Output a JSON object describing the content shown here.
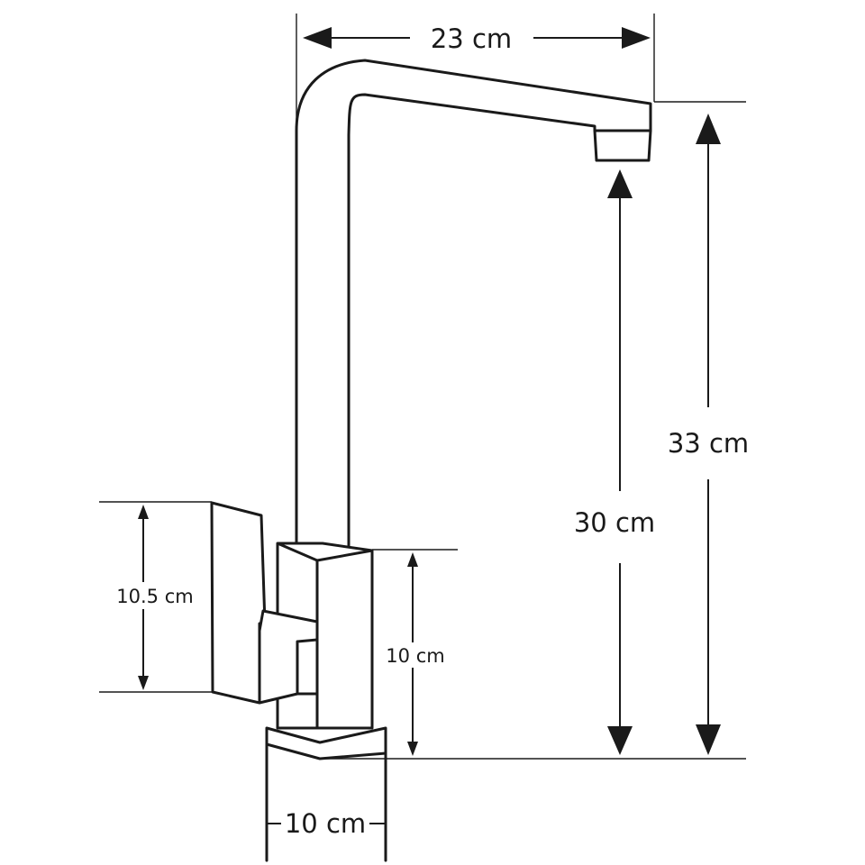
{
  "dimensions": {
    "spout_reach": "23 cm",
    "total_height": "33 cm",
    "outlet_height": "30 cm",
    "handle_height": "10.5 cm",
    "body_height": "10 cm",
    "base_width": "10 cm"
  },
  "colors": {
    "line": "#1a1a1a",
    "background": "#ffffff"
  }
}
